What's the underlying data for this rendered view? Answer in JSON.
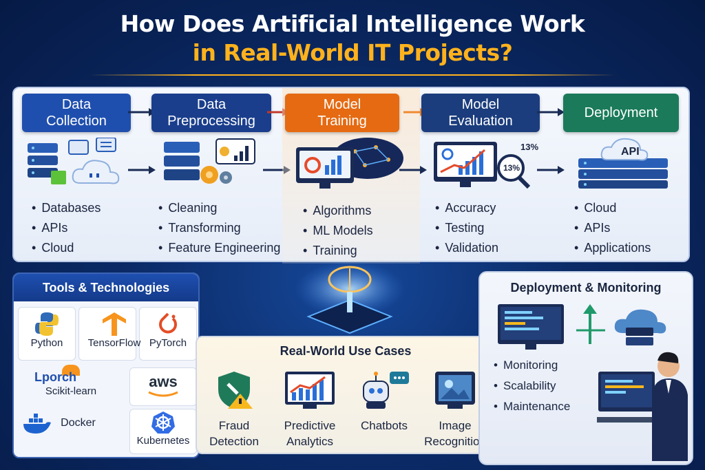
{
  "title": {
    "line1": "How Does Artificial Intelligence Work",
    "line2": "in Real-World IT Projects?"
  },
  "pipeline": {
    "stages": [
      {
        "head": [
          "Data",
          "Collection"
        ],
        "bullets": [
          "Databases",
          "APIs",
          "Cloud"
        ],
        "color": "#1f4fae"
      },
      {
        "head": [
          "Data",
          "Preprocessing"
        ],
        "bullets": [
          "Cleaning",
          "Transforming",
          "Feature Engineering"
        ],
        "color": "#1a3e8c"
      },
      {
        "head": [
          "Model",
          "Training"
        ],
        "bullets": [
          "Algorithms",
          "ML Models",
          "Training"
        ],
        "color": "#e56a12"
      },
      {
        "head": [
          "Model",
          "Evaluation"
        ],
        "bullets": [
          "Accuracy",
          "Testing",
          "Validation"
        ],
        "color": "#1b3d7d"
      },
      {
        "head": [
          "Deployment"
        ],
        "bullets": [
          "Cloud",
          "APIs",
          "Applications"
        ],
        "color": "#1a7a5a"
      }
    ],
    "evaluation_badge": "13%",
    "evaluation_lens": "13%",
    "deployment_badge": "API"
  },
  "tools": {
    "heading": "Tools & Technologies",
    "items": [
      "Python",
      "TensorFlow",
      "PyTorch",
      "Scikit-learn",
      "Docker",
      "Kubernetes"
    ],
    "aws_logo": "aws",
    "sklearn_logo": "Lporch"
  },
  "usecases": {
    "heading": "Real-World Use Cases",
    "items": [
      [
        "Fraud",
        "Detection"
      ],
      [
        "Predictive",
        "Analytics"
      ],
      [
        "Chatbots"
      ],
      [
        "Image",
        "Recognition"
      ]
    ]
  },
  "deploy": {
    "heading": "Deployment & Monitoring",
    "bullets": [
      "Monitoring",
      "Scalability",
      "Maintenance"
    ]
  },
  "colors": {
    "accent_orange": "#ffb21c",
    "bg_navy": "#0b2a66"
  }
}
